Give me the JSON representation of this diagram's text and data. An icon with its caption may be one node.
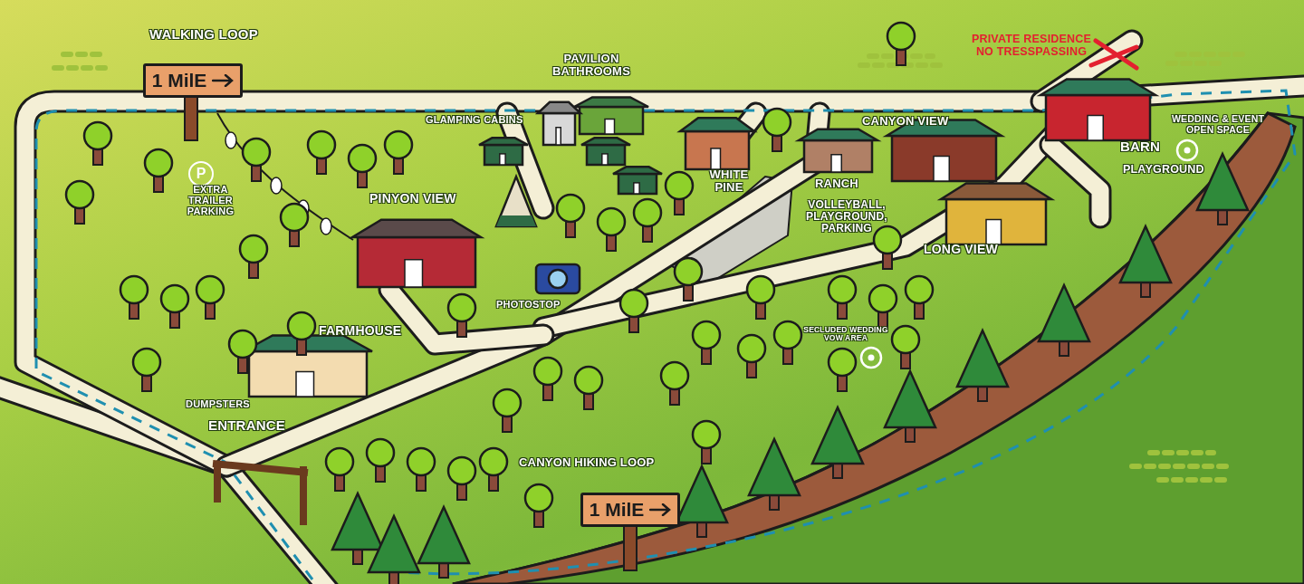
{
  "diagram": {
    "nodes": [
      {
        "text": [
          "1 MilE"
        ]
      },
      {
        "text": [
          "P"
        ]
      },
      {
        "text": [
          "1 MilE"
        ]
      }
    ],
    "labels": [
      "WALKING LOOP",
      "PAVILION BATHROOMS",
      "PRIVATE RESIDENCE NO TRESSPASSING",
      "GLAMPING CABINS",
      "CANYON VIEW",
      "WEDDING & EVENT OPEN SPACE",
      "WHITE PINE",
      "RANCH",
      "BARN",
      "PLAYGROUND",
      "EXTRA TRAILER PARKING",
      "PINYON VIEW",
      "VOLLEYBALL, PLAYGROUND, PARKING",
      "LONG VIEW",
      "PHOTOSTOP",
      "FARMHOUSE",
      "SECLUDED WEDDING VOW AREA",
      "DUMPSTERS",
      "ENTRANCE",
      "CANYON HIKING LOOP"
    ]
  }
}
